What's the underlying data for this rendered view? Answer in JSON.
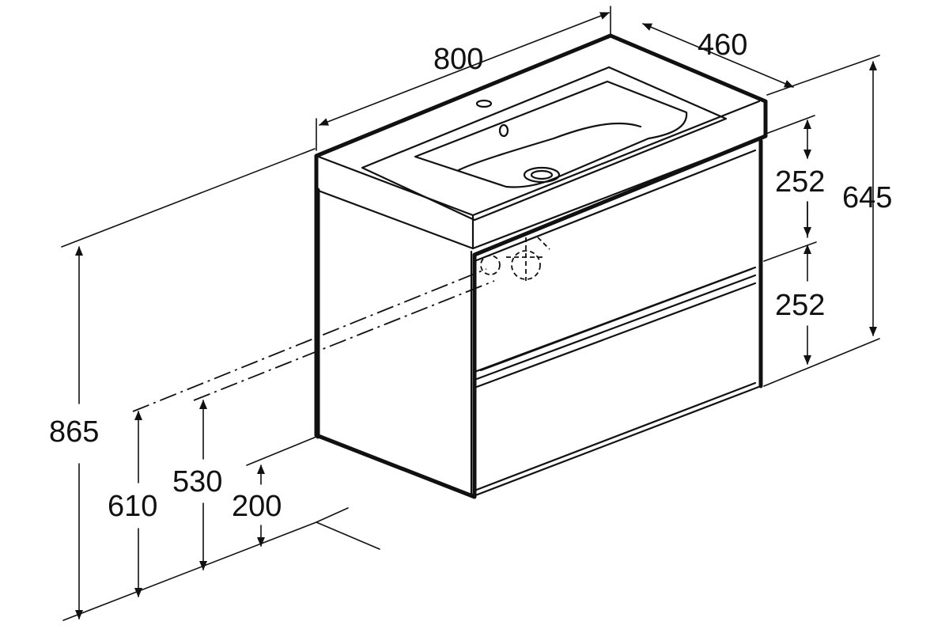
{
  "dimensions": {
    "width": "800",
    "depth": "460",
    "drawer_top": "252",
    "drawer_bottom": "252",
    "unit_height": "645",
    "total_height": "865",
    "drain_height_1": "610",
    "drain_height_2": "530",
    "floor_clearance": "200"
  }
}
